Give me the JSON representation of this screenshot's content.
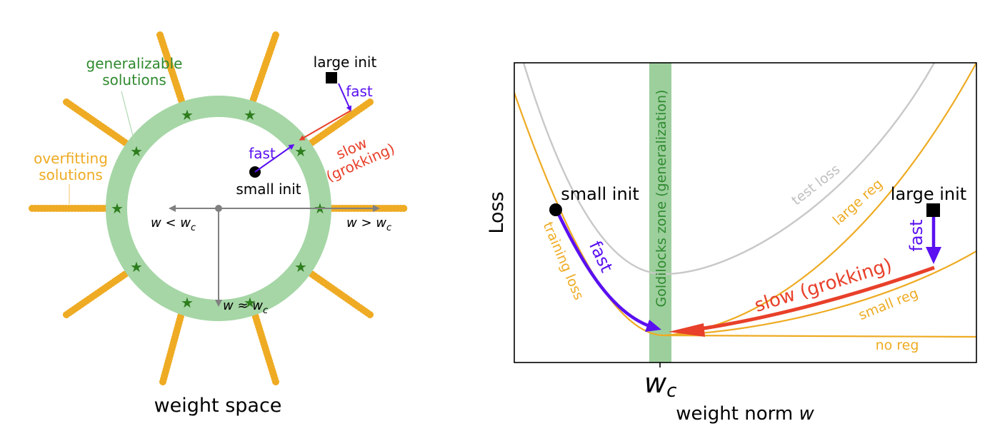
{
  "colors": {
    "gold": "#eeab23",
    "green_ring": "#a6d6a6",
    "green_star": "#2e7d1e",
    "green_text": "#2f8a2f",
    "blue": "#5a10f0",
    "red": "#e8402a",
    "grey": "#808080",
    "test_grey": "#c8c8c8",
    "goldilocks": "#9dcf9d"
  },
  "left": {
    "generalizable_line1": "generalizable",
    "generalizable_line2": "solutions",
    "overfitting_line1": "overfitting",
    "overfitting_line2": "solutions",
    "large_init": "large init",
    "small_init": "small init",
    "fast_top": "fast",
    "fast_mid": "fast",
    "slow_line1": "slow",
    "slow_line2": "(grokking)",
    "w_less_wc": "w < w",
    "w_greater_wc": "w > w",
    "w_approx_wc": "w ≈ w",
    "subscript_c": "c",
    "caption": "weight space"
  },
  "right": {
    "y_label": "Loss",
    "x_label_main": "weight norm ",
    "x_label_var": "w",
    "wc_tick_main": "w",
    "wc_tick_sub": "c",
    "goldilocks": "Goldilocks zone (generalization)",
    "small_init": "small init",
    "large_init": "large init",
    "fast_left": "fast",
    "fast_right": "fast",
    "slow": "slow (grokking)",
    "training_loss": "training loss",
    "test_loss": "test loss",
    "large_reg": "large reg",
    "small_reg": "small reg",
    "no_reg": "no reg"
  }
}
